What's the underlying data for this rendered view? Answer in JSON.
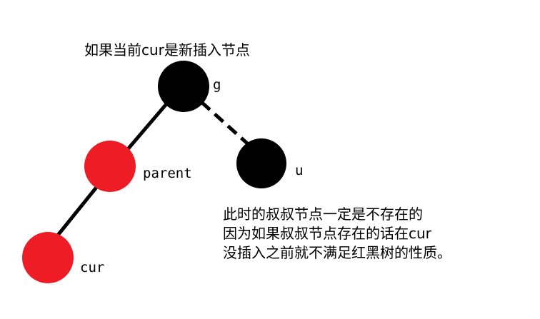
{
  "title": "如果当前cur是新插入节点",
  "colors": {
    "black_node": "#000000",
    "red_node": "#ee1c24",
    "edge": "#000000"
  },
  "nodes": [
    {
      "id": "g",
      "label": "g",
      "color": "black"
    },
    {
      "id": "parent",
      "label": "parent",
      "color": "red"
    },
    {
      "id": "u",
      "label": "u",
      "color": "black"
    },
    {
      "id": "cur",
      "label": "cur",
      "color": "red"
    }
  ],
  "edges": [
    {
      "from": "g",
      "to": "parent",
      "style": "solid"
    },
    {
      "from": "g",
      "to": "u",
      "style": "dashed"
    },
    {
      "from": "parent",
      "to": "cur",
      "style": "solid"
    }
  ],
  "note": {
    "lines": [
      "此时的叔叔节点一定是不存在的",
      "因为如果叔叔节点存在的话在cur",
      "没插入之前就不满足红黑树的性质。"
    ]
  }
}
